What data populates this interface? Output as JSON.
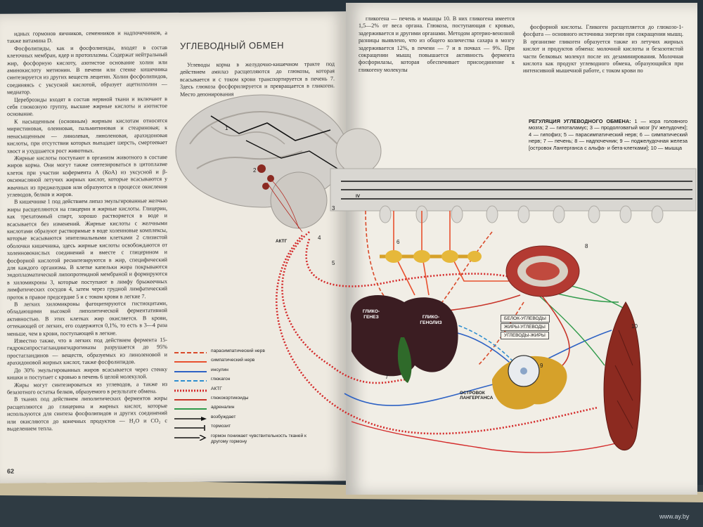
{
  "left_page": {
    "paragraphs": [
      "идных гормонов яичников, семенников и надпочечников, а также витамина D.",
      "Фосфолипиды, как и фосфолипиды, входят в состав клеточных мембран, ядер и протоплазмы. Содержат нейтральный жир, фосфорную кислоту, азотистое основание холин или аминокислоту метионин. В печени или стенке кишечника синтезируется из других веществ лецитин. Холин фосфолипидов, соединяясь с уксусной кислотой, образует ацетилхолин — медиатор.",
      "Цереброзиды входят в состав нервной ткани и включают в себя глюкозную группу, высшие жирные кислоты и азотистое основание.",
      "К насыщенным (основным) жирным кислотам относятся миристиновая, олеиновая, пальмитиновая и стеариновая; к ненасыщенным — линолевая, линоленовая, арахидоновая кислоты, при отсутствии которых выпадает шерсть, смертеевает хвост и ухудшается рост животных.",
      "Жирные кислоты поступают в организм животного в составе жиров корма. Они могут также синтезироваться в цитоплазме клеток при участии кофермента А (КоА) из уксусной и β-оксимасляной летучих жирных кислот, которые всасываются у жвачных из преджелудков или образуются в процессе окисления углеводов, белков и жиров.",
      "В кишечнике 1 под действием липаз эмульгированные желчью жиры расщепляются на глицерин и жирные кислоты. Глицерин, как трехатомный спирт, хорошо растворяется в воде и всасывается без изменений. Жирные кислоты с желчными кислотами образуют растворимые в воде холеиновые комплексы, которые всасываются эпителиальными клетками 2 слизистой оболочки кишечника, здесь жирные кислоты освобождаются от холеиновокислых соединений и вместе с глицерином и фосфорной кислотой ресинтезируются в жир, специфический для каждого организма. В клетке капельки жира покрываются эндоплазматической липопротеидной мембраной и формируются в хиломикроны 3, которые поступают в лимфу брыжеечных лимфатических сосудов 4, затем через грудной лимфатический проток в правое предсердие 5 и с током крови в легкие 7.",
      "В легких хиломикроны фагоцитируются гистиоцитами, обладающими высокой липолитической ферментативной активностью. В этих клетках жир окисляется. В крови, оттекающей от легких, его содержится 0,1%, то есть в 3—4 раза меньше, чем в крови, поступающей в легкие.",
      "Известно также, что в легких под действием фермента 15-гидроксипростагландингидрогиназы разрушается до 95% простагландинов — веществ, образуемых из линоленовой и арахидоновой жирных кислот, также фосфолипидов.",
      "До 30% эмульгированных жиров всасывается через стенку кишки и поступает с кровью в печень 6 целой молекулой.",
      "Жиры могут синтезироваться из углеводов, а также из безазотного остатка белков, образуемого в результате обмена.",
      "В тканях под действием липолитических ферментов жиры расщепляются до глицерина и жирных кислот, которые используются для синтеза фосфолипидов и других соединений или окисляются до конечных продуктов — H₂O и CO₂ с выделением тепла."
    ],
    "page_number": "62",
    "heading": "УГЛЕВОДНЫЙ ОБМЕН",
    "intro": "Углеводы корма в желудочно-кишечном тракте под действием амилаз расщепляются до глюкозы, которая всасывается и с током крови транспортируется в печень 7. Здесь глюкоза фосфорилируется и превращается в гликоген. Место депонирования"
  },
  "right_page": {
    "col1": "гликогена — печень и мышцы 10. В них гликогена имеется 1,5—2% от веса органа. Глюкоза, поступающая с кровью, задерживается и другими органами. Методом артерио-венозной разницы выявлено, что из общего количества сахара в мозгу задерживается 12%, в печени — 7 и в почках — 9%. При сокращении мышц повышается активность фермента фосфорилазы, которая обеспечивает присоединение к гликогену молекулы",
    "col2": "фосфорной кислоты. Гликоген расщепляется до глюкозо-1-фосфата — основного источника энергии при сокращении мышц. В организме гликоген образуется также из летучих жирных кислот и продуктов обмена: молочной кислоты и безазотистой части белковых молекул после их дезаминирования. Молочная кислота как продукт углеводного обмена, образующийся при интенсивной мышечной работе, с током крови по",
    "regulation_title": "РЕГУЛЯЦИЯ УГЛЕВОДНОГО ОБМЕНА:",
    "regulation_text": "1 — кора головного мозга; 2 — гипоталамус; 3 — продолговатый мозг [IV желудочек]; 4 — гипофиз; 5 — парасимпатический нерв; 6 — симпатический нерв; 7 — печень; 8 — надпочечник; 9 — поджелудочная железа [островок Лангерганса с альфа- и бета-клетками]; 10 — мышца"
  },
  "diagram": {
    "labels": {
      "actg": "АКТГ",
      "iv": "IV",
      "glycogenesis": "ГЛИКО-ГЕНЕЗ",
      "glycogenolysis": "ГЛИКО-ГЕНОЛИЗ",
      "protein_carb": "БЕЛОК-УГЛЕВОДЫ",
      "fat_carb": "ЖИРЫ-УГЛЕВОДЫ",
      "carb_fat": "УГЛЕВОДЫ-ЖИРЫ",
      "islets": "ОСТРОВОК ЛАНГЕРГАНСА"
    },
    "numbers": [
      "1",
      "2",
      "3",
      "4",
      "5",
      "6",
      "7",
      "8",
      "9",
      "10"
    ],
    "colors": {
      "parasympathetic": "#d94a2a",
      "sympathetic": "#e8502e",
      "insulin": "#2e62c4",
      "glucagon": "#2f8fd0",
      "actg": "#d42a2a",
      "glucocorticoids": "#c8352a",
      "adrenaline": "#2f9a4a",
      "liver": "#3b1d22",
      "adrenal": "#b33a32",
      "muscle": "#8c2a20",
      "pancreas": "#d6a12a",
      "brain": "#c9c6c0"
    }
  },
  "legend": [
    {
      "label": "парасимпатический нерв",
      "icon": "line-dashed-red"
    },
    {
      "label": "симпатический нерв",
      "icon": "line-solid-red"
    },
    {
      "label": "инсулин",
      "icon": "line-solid-blue"
    },
    {
      "label": "глюкагон",
      "icon": "line-dashed-blue"
    },
    {
      "label": "АКТГ",
      "icon": "line-dotted-red"
    },
    {
      "label": "глюкокортикоиды",
      "icon": "line-solid-darkred"
    },
    {
      "label": "адреналин",
      "icon": "line-solid-green"
    },
    {
      "label": "возбуждает",
      "icon": "arrow-excite"
    },
    {
      "label": "тормозит",
      "icon": "arrow-inhibit"
    },
    {
      "label": "гормон понижает чувствительность тканей к другому гормону",
      "icon": "arrow-desensitize"
    }
  ],
  "watermark": "www.ay.by"
}
